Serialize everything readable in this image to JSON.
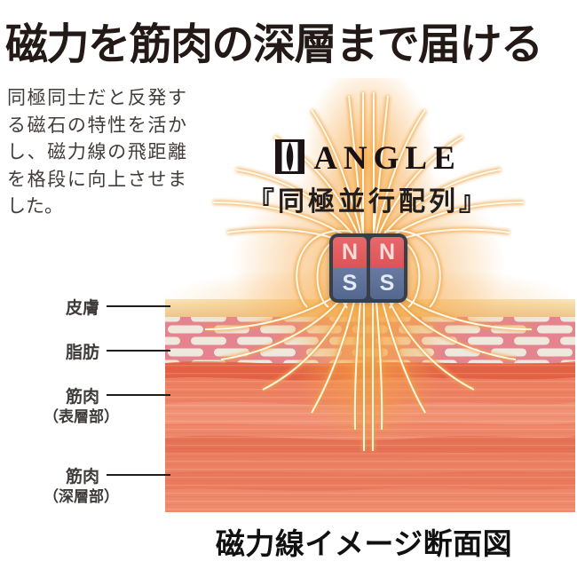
{
  "title": "磁力を筋肉の深層まで届ける",
  "intro": "同極同士だと反発する磁石の特性を活かし、磁力線の飛距離を格段に向上させました。",
  "logo": {
    "brand": "ANGLE",
    "arrangement": "『同極並行配列』"
  },
  "magnets": {
    "left_north": "N",
    "left_south": "S",
    "right_north": "N",
    "right_south": "S"
  },
  "layers": [
    {
      "label": "皮膚",
      "sub": ""
    },
    {
      "label": "脂肪",
      "sub": ""
    },
    {
      "label": "筋肉",
      "sub": "（表層部）"
    },
    {
      "label": "筋肉",
      "sub": "（深層部）"
    }
  ],
  "caption": "磁力線イメージ断面図",
  "colors": {
    "field_glow": "#f4a846",
    "field_line_core": "#fffdf2",
    "magnet_red": "#dd5456",
    "magnet_blue": "#56698f",
    "magnet_frame": "#3a3e48",
    "skin": "#f4d6a4",
    "fat_base": "#e4848e",
    "fat_cell": "#efe9dd",
    "muscle": "#ee8163",
    "text_dark": "#231a17"
  }
}
